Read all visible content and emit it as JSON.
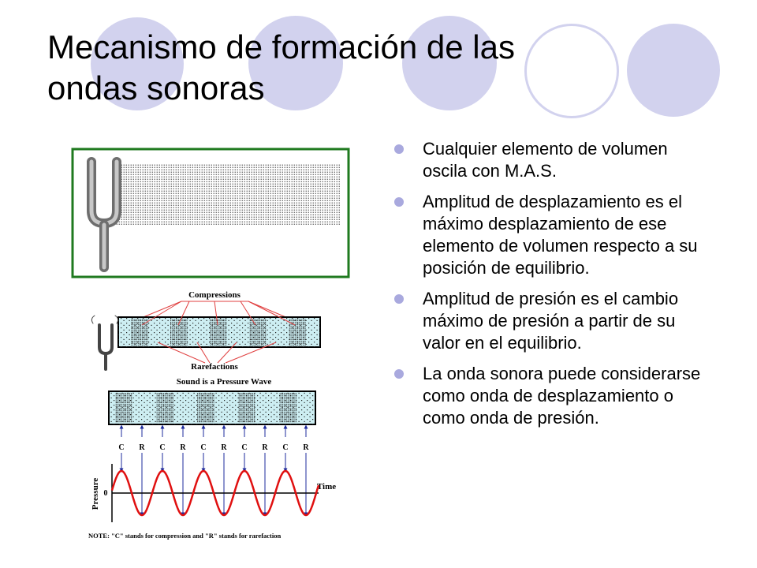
{
  "slide": {
    "title_line1": "Mecanismo de formación de las",
    "title_line2": "ondas sonoras",
    "bullets": [
      "Cualquier elemento de volumen oscila con M.A.S.",
      "Amplitud de desplazamiento es el máximo desplazamiento de ese elemento de volumen respecto a su posición de equilibrio.",
      "Amplitud de presión es el cambio máximo de presión a partir de su valor en el equilibrio.",
      "La onda sonora puede considerarse como onda de desplazamiento o como onda de presión."
    ]
  },
  "figure_tube": {
    "compressions_label": "Compressions",
    "rarefactions_label": "Rarefactions"
  },
  "figure_pressure": {
    "title": "Sound is a Pressure Wave",
    "markers": [
      "C",
      "R",
      "C",
      "R",
      "C",
      "R",
      "C",
      "R",
      "C",
      "R"
    ],
    "ylabel": "Pressure",
    "zero_label": "0",
    "xlabel": "Time",
    "note": "NOTE: \"C\" stands for compression and \"R\" stands for rarefaction"
  },
  "colors": {
    "accent_circle": "#d2d2ee",
    "bullet": "#a9a9de",
    "frame_green": "#1f7a1f",
    "tube_fill": "#cdeef2",
    "wave_red": "#e01010",
    "arrow_blue": "#1c2b9c",
    "callout_red": "#e04040"
  }
}
